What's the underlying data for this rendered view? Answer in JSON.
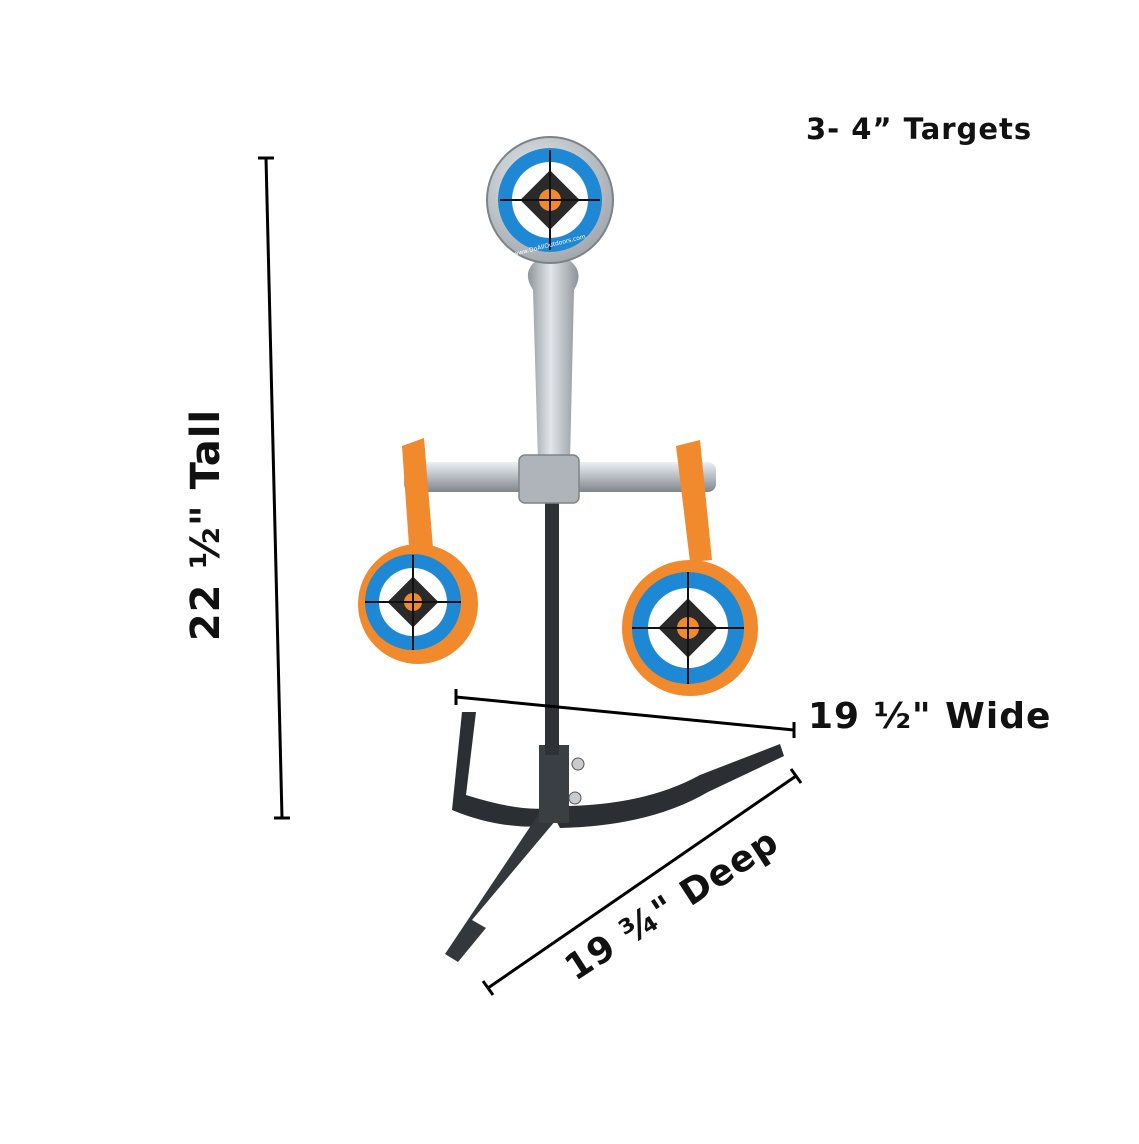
{
  "labels": {
    "targets": "3- 4” Targets",
    "tall": "22 ½\" Tall",
    "wide": "19 ½\" Wide",
    "deep": "19 ¾\" Deep"
  },
  "target_website": "www.DoAllOutdoors.com",
  "colors": {
    "background": "#ffffff",
    "steel": "#b9bfc4",
    "orange": "#f08a2c",
    "blue": "#1e88d4",
    "frame": "#2b2f33",
    "dimension_line": "#000000"
  }
}
